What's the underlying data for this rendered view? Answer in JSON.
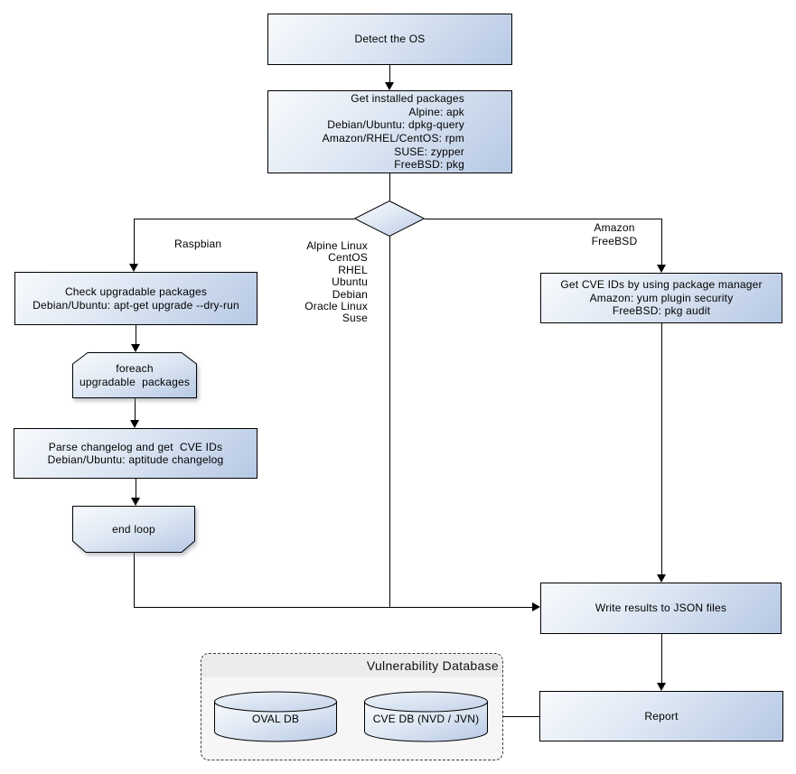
{
  "colors": {
    "background": "#ffffff",
    "node_gradient_start": "#f8fafd",
    "node_gradient_end": "#b6c8e4",
    "node_border": "#000000",
    "line": "#000000",
    "db_container_fill": "#f6f6f6",
    "db_header_fill": "#ececec",
    "db_border": "#3c3c3c"
  },
  "nodes": {
    "detect_os": {
      "label": "Detect the OS"
    },
    "get_packages": {
      "label": "Get installed packages\nAlpine: apk\nDebian/Ubuntu: dpkg-query\nAmazon/RHEL/CentOS: rpm\nSUSE: zypper\nFreeBSD: pkg"
    },
    "check_upgradable": {
      "label": "Check upgradable packages\nDebian/Ubuntu: apt-get upgrade --dry-run"
    },
    "foreach_loop": {
      "label": "foreach\nupgradable  packages"
    },
    "parse_changelog": {
      "label": "Parse changelog and get  CVE IDs\nDebian/Ubuntu: aptitude changelog"
    },
    "end_loop": {
      "label": "end loop"
    },
    "get_cve_ids": {
      "label": "Get CVE IDs by using package manager\nAmazon: yum plugin security\nFreeBSD: pkg audit"
    },
    "write_results": {
      "label": "Write results to JSON files"
    },
    "report": {
      "label": "Report"
    }
  },
  "edge_labels": {
    "raspbian": "Raspbian",
    "os_list": "Alpine Linux\nCentOS\nRHEL\nUbuntu\nDebian\nOracle Linux\nSuse",
    "amazon_freebsd": "Amazon\nFreeBSD"
  },
  "database": {
    "title": "Vulnerability Database",
    "cylinders": [
      {
        "label": "OVAL DB"
      },
      {
        "label": "CVE DB (NVD / JVN)"
      }
    ]
  }
}
